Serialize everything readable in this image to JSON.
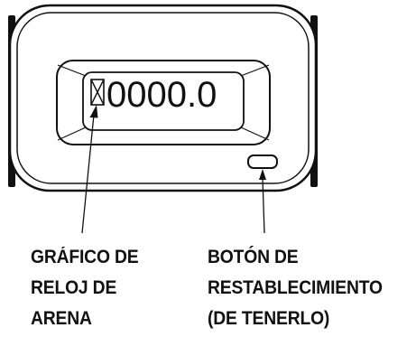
{
  "meter": {
    "reading": "0000.0"
  },
  "callouts": {
    "hourglass_label": [
      "GRÁFICO DE",
      "RELOJ DE",
      "ARENA"
    ],
    "reset_button_label": [
      "BOTÓN DE",
      "RESTABLECIMIENTO",
      "(DE TENERLO)"
    ]
  }
}
